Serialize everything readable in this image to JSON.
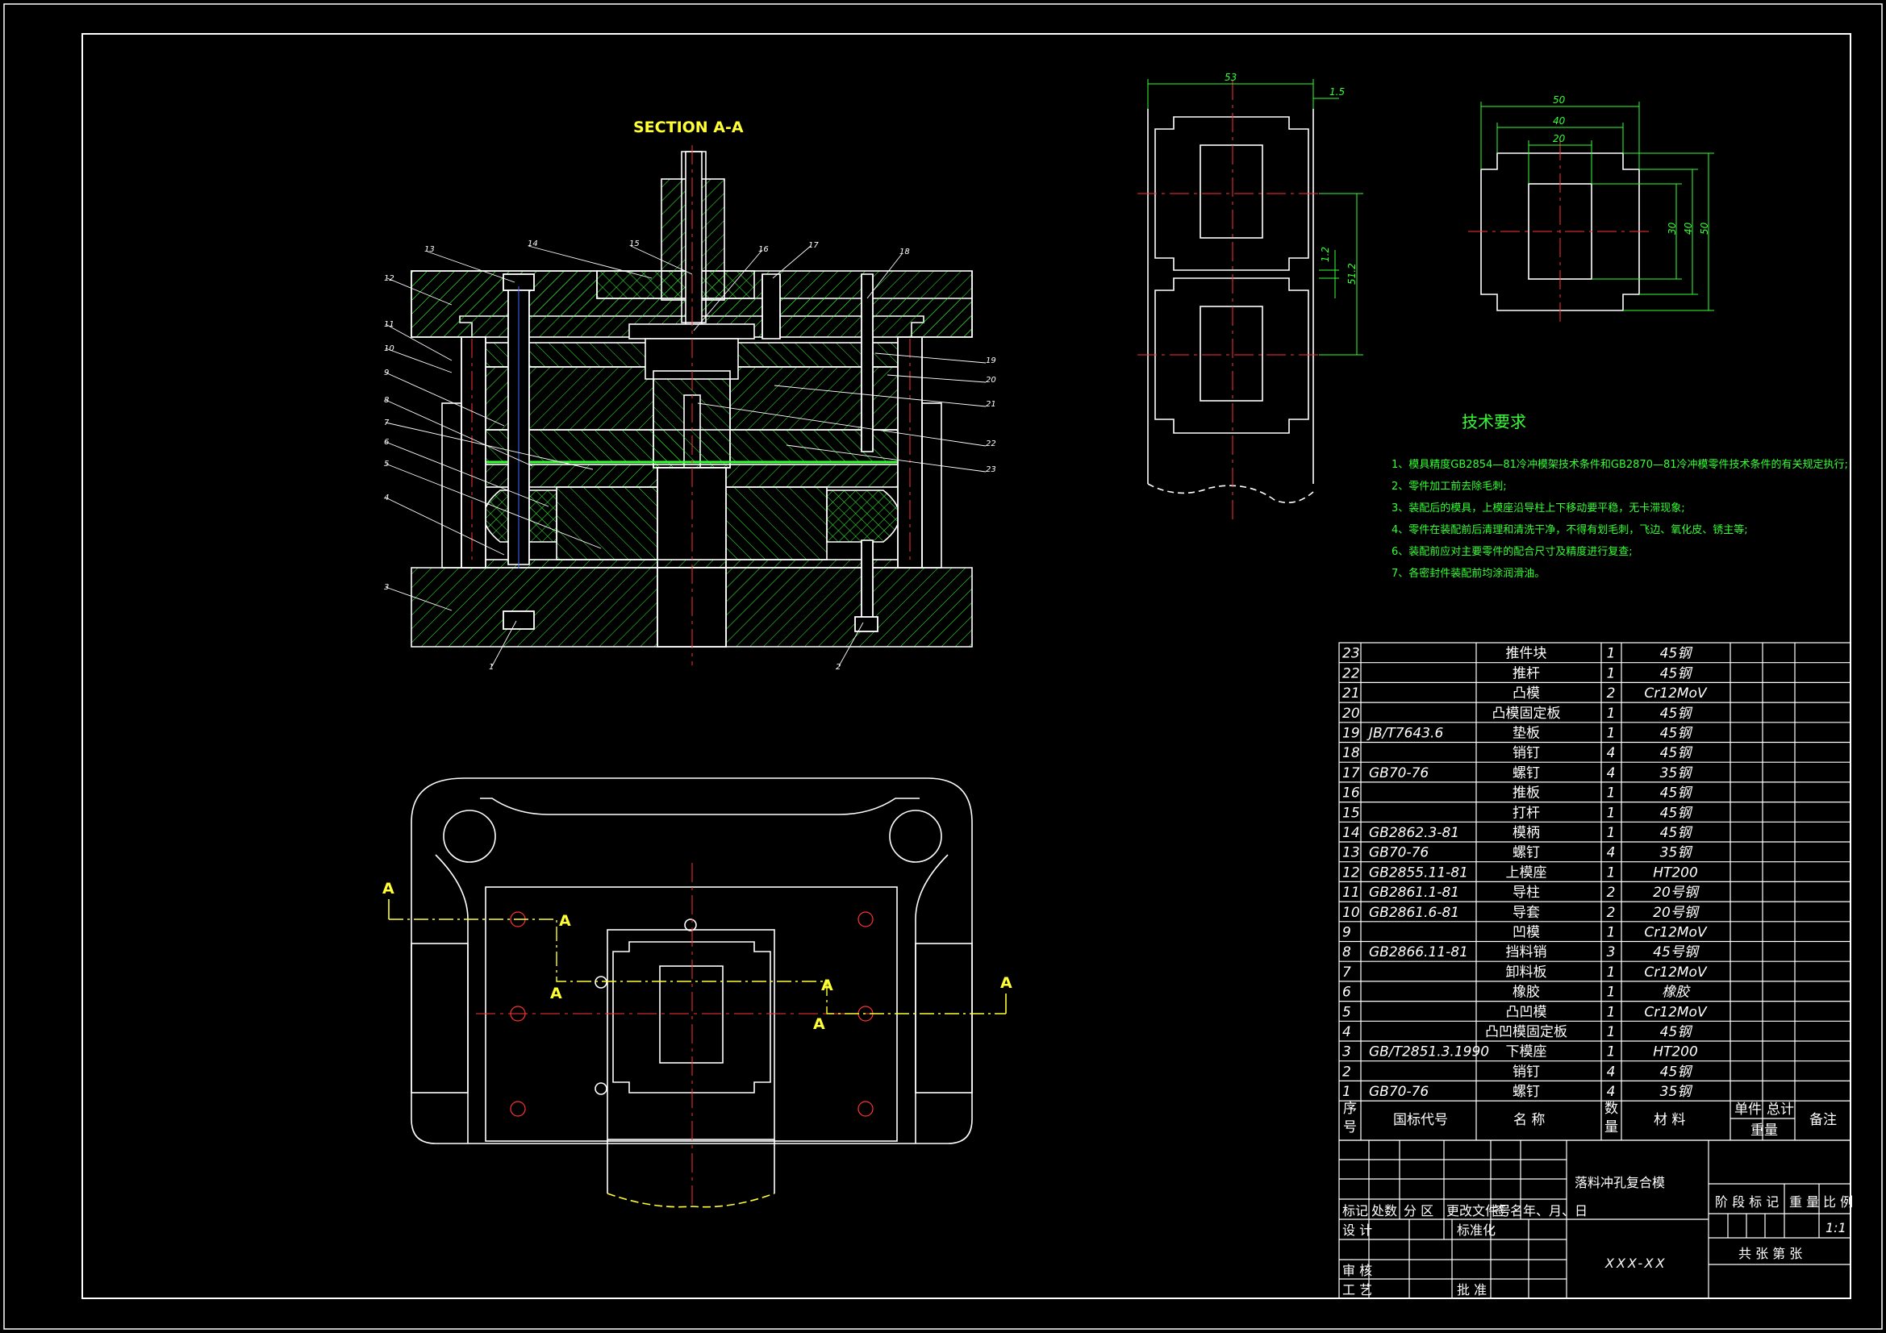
{
  "drawing": {
    "section_title": "SECTION A-A",
    "section_mark": "A",
    "tech_title": "技术要求",
    "tech_notes": [
      "1、模具精度GB2854—81冷冲模架技术条件和GB2870—81冷冲模零件技术条件的有关规定执行;",
      "2、零件加工前去除毛刺;",
      "3、装配后的模具，上模座沿导柱上下移动要平稳，无卡滞现象;",
      "4、零件在装配前后清理和清洗干净，不得有划毛刺，飞边、氧化皮、锈主等;",
      "6、装配前应对主要零件的配合尺寸及精度进行复查;",
      "7、各密封件装配前均涂润滑油。"
    ],
    "part_labels": [
      "1",
      "2",
      "3",
      "4",
      "5",
      "6",
      "7",
      "8",
      "9",
      "10",
      "11",
      "12",
      "13",
      "14",
      "15",
      "16",
      "17",
      "18",
      "19",
      "20",
      "21",
      "22",
      "23"
    ],
    "strip_dims": {
      "width": "53",
      "edge": "1.5",
      "gap": "1.2",
      "pitch": "51.2"
    },
    "blank_dims": {
      "outer": "50",
      "mid": "40",
      "inner": "20",
      "h_inner": "30",
      "h_mid": "40",
      "h_outer": "50"
    }
  },
  "bom": {
    "rows": [
      {
        "no": "23",
        "std": "",
        "name": "推件块",
        "qty": "1",
        "mat": "45钢"
      },
      {
        "no": "22",
        "std": "",
        "name": "推杆",
        "qty": "1",
        "mat": "45钢"
      },
      {
        "no": "21",
        "std": "",
        "name": "凸模",
        "qty": "2",
        "mat": "Cr12MoV"
      },
      {
        "no": "20",
        "std": "",
        "name": "凸模固定板",
        "qty": "1",
        "mat": "45钢"
      },
      {
        "no": "19",
        "std": "JB/T7643.6",
        "name": "垫板",
        "qty": "1",
        "mat": "45钢"
      },
      {
        "no": "18",
        "std": "",
        "name": "销钉",
        "qty": "4",
        "mat": "45钢"
      },
      {
        "no": "17",
        "std": "GB70-76",
        "name": "螺钉",
        "qty": "4",
        "mat": "35钢"
      },
      {
        "no": "16",
        "std": "",
        "name": "推板",
        "qty": "1",
        "mat": "45钢"
      },
      {
        "no": "15",
        "std": "",
        "name": "打杆",
        "qty": "1",
        "mat": "45钢"
      },
      {
        "no": "14",
        "std": "GB2862.3-81",
        "name": "模柄",
        "qty": "1",
        "mat": "45钢"
      },
      {
        "no": "13",
        "std": "GB70-76",
        "name": "螺钉",
        "qty": "4",
        "mat": "35钢"
      },
      {
        "no": "12",
        "std": "GB2855.11-81",
        "name": "上模座",
        "qty": "1",
        "mat": "HT200"
      },
      {
        "no": "11",
        "std": "GB2861.1-81",
        "name": "导柱",
        "qty": "2",
        "mat": "20号钢"
      },
      {
        "no": "10",
        "std": "GB2861.6-81",
        "name": "导套",
        "qty": "2",
        "mat": "20号钢"
      },
      {
        "no": "9",
        "std": "",
        "name": "凹模",
        "qty": "1",
        "mat": "Cr12MoV"
      },
      {
        "no": "8",
        "std": "GB2866.11-81",
        "name": "挡料销",
        "qty": "3",
        "mat": "45号钢"
      },
      {
        "no": "7",
        "std": "",
        "name": "卸料板",
        "qty": "1",
        "mat": "Cr12MoV"
      },
      {
        "no": "6",
        "std": "",
        "name": "橡胶",
        "qty": "1",
        "mat": "橡胶"
      },
      {
        "no": "5",
        "std": "",
        "name": "凸凹模",
        "qty": "1",
        "mat": "Cr12MoV"
      },
      {
        "no": "4",
        "std": "",
        "name": "凸凹模固定板",
        "qty": "1",
        "mat": "45钢"
      },
      {
        "no": "3",
        "std": "GB/T2851.3.1990",
        "name": "下模座",
        "qty": "1",
        "mat": "HT200"
      },
      {
        "no": "2",
        "std": "",
        "name": "销钉",
        "qty": "4",
        "mat": "45钢"
      },
      {
        "no": "1",
        "std": "GB70-76",
        "name": "螺钉",
        "qty": "4",
        "mat": "35钢"
      }
    ],
    "header": {
      "seq_a": "序",
      "seq_b": "号",
      "std": "国标代号",
      "name": "名  称",
      "qty_a": "数",
      "qty_b": "量",
      "mat": "材  料",
      "unit": "单件",
      "total": "总计",
      "weight": "重量",
      "remark": "备注"
    }
  },
  "title_block": {
    "drawing_name": "落料冲孔复合模",
    "drawing_no": "XXX-XX",
    "scale": "1:1",
    "cols": [
      "标记",
      "处数",
      "分  区",
      "更改文件号",
      "签  名",
      "年、月、日"
    ],
    "design": "设  计",
    "standardize": "标准化",
    "review": "审  核",
    "process": "工  艺",
    "approve": "批  准",
    "stage": "阶 段 标 记",
    "weight": "重  量",
    "ratio": "比  例",
    "sheets": "共  张      第  张"
  },
  "colors": {
    "line": "#ffffff",
    "hatch": "#33ff33",
    "center": "#ff3333",
    "text_notes": "#33ff33",
    "section": "#ffff33",
    "hidden": "#4466ff"
  }
}
